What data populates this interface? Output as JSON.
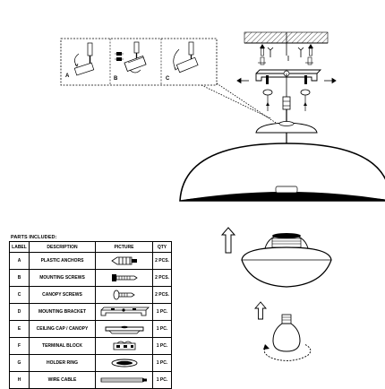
{
  "parts_title": "PARTS INCLUDED:",
  "table_headers": {
    "label": "LABEL",
    "description": "DESCRIPTION",
    "picture": "PICTURE",
    "qty": "QTY"
  },
  "parts": [
    {
      "label": "A",
      "description": "PLASTIC ANCHORS",
      "qty": "2 PCS.",
      "picture_icon": "plastic-anchor-icon"
    },
    {
      "label": "B",
      "description": "MOUNTING SCREWS",
      "qty": "2 PCS.",
      "picture_icon": "mounting-screw-icon"
    },
    {
      "label": "C",
      "description": "CANOPY SCREWS",
      "qty": "2 PCS.",
      "picture_icon": "canopy-screw-icon"
    },
    {
      "label": "D",
      "description": "MOUNTING BRACKET",
      "qty": "1 PC.",
      "picture_icon": "mounting-bracket-icon"
    },
    {
      "label": "E",
      "description": "CEILING CAP / CANOPY",
      "qty": "1 PC.",
      "picture_icon": "canopy-icon"
    },
    {
      "label": "F",
      "description": "TERMINAL BLOCK",
      "qty": "1 PC.",
      "picture_icon": "terminal-block-icon"
    },
    {
      "label": "G",
      "description": "HOLDER RING",
      "qty": "1 PC.",
      "picture_icon": "holder-ring-icon"
    },
    {
      "label": "H",
      "description": "WIRE CABLE",
      "qty": "1 PC.",
      "picture_icon": "wire-cable-icon"
    }
  ],
  "detail_labels": {
    "step1": "A",
    "step2": "B",
    "step3": "C"
  }
}
